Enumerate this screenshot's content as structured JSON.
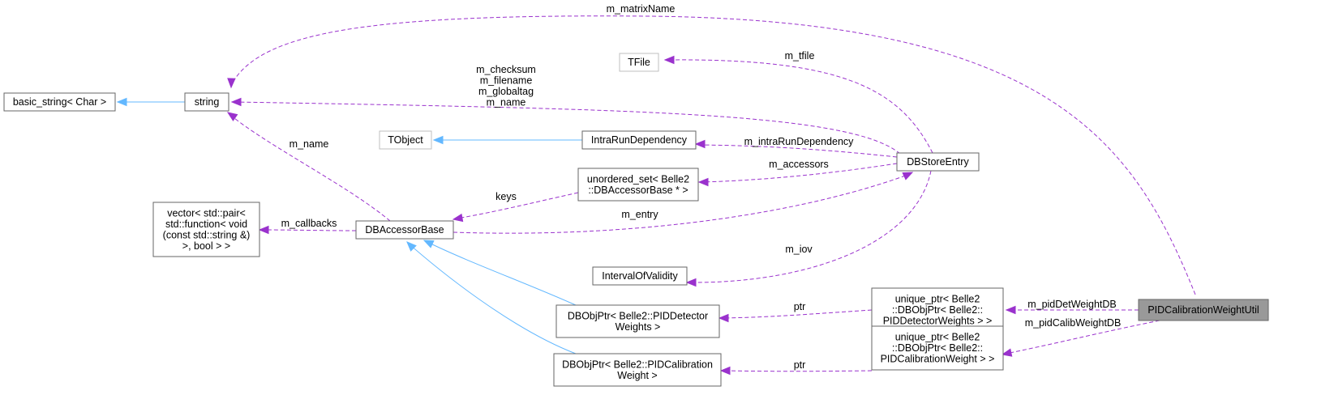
{
  "diagram": {
    "nodes": {
      "basic_string": {
        "lines": [
          "basic_string< Char >"
        ],
        "style": "normal"
      },
      "string": {
        "lines": [
          "string"
        ],
        "style": "normal"
      },
      "tfile": {
        "lines": [
          "TFile"
        ],
        "style": "ghost"
      },
      "tobject": {
        "lines": [
          "TObject"
        ],
        "style": "ghost"
      },
      "intra": {
        "lines": [
          "IntraRunDependency"
        ],
        "style": "normal"
      },
      "dbstore": {
        "lines": [
          "DBStoreEntry"
        ],
        "style": "normal"
      },
      "unordered": {
        "lines": [
          "unordered_set< Belle2",
          "::DBAccessorBase * >"
        ],
        "style": "normal"
      },
      "vector": {
        "lines": [
          "vector< std::pair<",
          "std::function< void",
          "(const std::string &)",
          ">, bool > >"
        ],
        "style": "normal"
      },
      "dbaccessor": {
        "lines": [
          "DBAccessorBase"
        ],
        "style": "normal"
      },
      "iov": {
        "lines": [
          "IntervalOfValidity"
        ],
        "style": "normal"
      },
      "objdet": {
        "lines": [
          "DBObjPtr< Belle2::PIDDetector",
          "Weights >"
        ],
        "style": "normal"
      },
      "objcalib": {
        "lines": [
          "DBObjPtr< Belle2::PIDCalibration",
          "Weight >"
        ],
        "style": "normal"
      },
      "uniqdet": {
        "lines": [
          "unique_ptr< Belle2",
          "::DBObjPtr< Belle2::",
          "PIDDetectorWeights > >"
        ],
        "style": "normal"
      },
      "uniqcalib": {
        "lines": [
          "unique_ptr< Belle2",
          "::DBObjPtr< Belle2::",
          "PIDCalibrationWeight > >"
        ],
        "style": "normal"
      },
      "pidcal": {
        "lines": [
          "PIDCalibrationWeightUtil"
        ],
        "style": "focus"
      }
    },
    "edges": {
      "matrixname": {
        "kind": "usage",
        "labels": [
          "m_matrixName"
        ]
      },
      "tfile": {
        "kind": "usage",
        "labels": [
          "m_tfile"
        ]
      },
      "checksum": {
        "kind": "usage",
        "labels": [
          "m_checksum",
          "m_filename",
          "m_globaltag",
          "m_name"
        ]
      },
      "intra": {
        "kind": "usage",
        "labels": [
          "m_intraRunDependency"
        ]
      },
      "accessors": {
        "kind": "usage",
        "labels": [
          "m_accessors"
        ]
      },
      "name": {
        "kind": "usage",
        "labels": [
          "m_name"
        ]
      },
      "keys": {
        "kind": "usage",
        "labels": [
          "keys"
        ]
      },
      "entry": {
        "kind": "usage",
        "labels": [
          "m_entry"
        ]
      },
      "callbacks": {
        "kind": "usage",
        "labels": [
          "m_callbacks"
        ]
      },
      "iov": {
        "kind": "usage",
        "labels": [
          "m_iov"
        ]
      },
      "ptrdet": {
        "kind": "usage",
        "labels": [
          "ptr"
        ]
      },
      "ptrcalib": {
        "kind": "usage",
        "labels": [
          "ptr"
        ]
      },
      "piddet": {
        "kind": "usage",
        "labels": [
          "m_pidDetWeightDB"
        ]
      },
      "pidcalib": {
        "kind": "usage",
        "labels": [
          "m_pidCalibWeightDB"
        ]
      },
      "inh_string": {
        "kind": "inherit",
        "labels": []
      },
      "inh_intra": {
        "kind": "inherit",
        "labels": []
      },
      "inh_objdet": {
        "kind": "inherit",
        "labels": []
      },
      "inh_objcalib": {
        "kind": "inherit",
        "labels": []
      }
    }
  }
}
